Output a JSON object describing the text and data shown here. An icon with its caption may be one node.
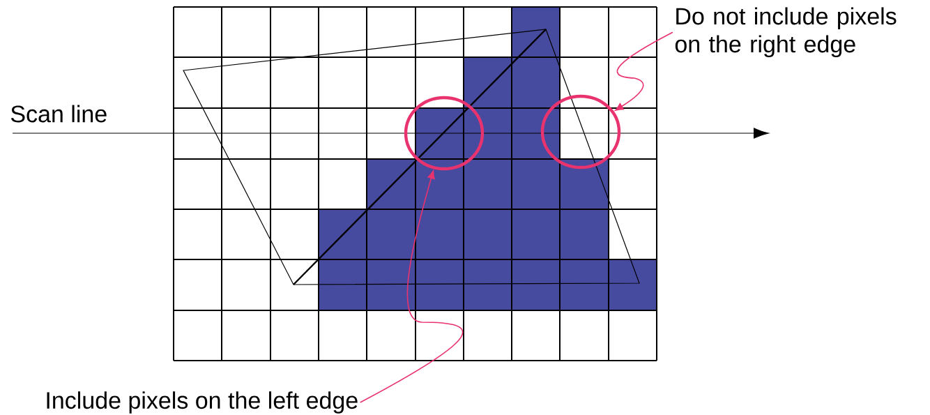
{
  "diagram": {
    "nodes": [
      {
        "text": [],
        "shape": "circle"
      },
      {
        "text": [],
        "shape": "circle"
      },
      {
        "text": [
          "Do not include pixels on the right edge"
        ]
      },
      {
        "text": [
          "Include pixels on the left edge"
        ]
      }
    ],
    "edges": [
      {
        "from": 2,
        "to": 1,
        "arrow": "to"
      },
      {
        "from": 3,
        "to": 0,
        "arrow": "to"
      }
    ],
    "labels": [
      "Scan line"
    ]
  }
}
